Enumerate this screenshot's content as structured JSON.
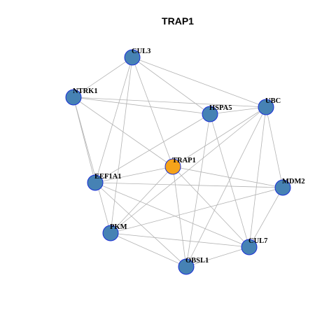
{
  "title": "TRAP1",
  "colors": {
    "hub": "#f5a31a",
    "node": "#4682b4",
    "node_border": "#1a2fd6",
    "edge": "#b3b3b3"
  },
  "nodes": [
    {
      "id": "TRAP1",
      "label": "TRAP1",
      "hub": true
    },
    {
      "id": "CUL3",
      "label": "CUL3"
    },
    {
      "id": "NTRK1",
      "label": "NTRK1"
    },
    {
      "id": "HSPA5",
      "label": "HSPA5"
    },
    {
      "id": "UBC",
      "label": "UBC"
    },
    {
      "id": "EEF1A1",
      "label": "EEF1A1"
    },
    {
      "id": "MDM2",
      "label": "MDM2"
    },
    {
      "id": "PKM",
      "label": "PKM"
    },
    {
      "id": "CUL7",
      "label": "CUL7"
    },
    {
      "id": "OBSL1",
      "label": "OBSL1"
    }
  ],
  "edges": [
    [
      "TRAP1",
      "CUL3"
    ],
    [
      "TRAP1",
      "NTRK1"
    ],
    [
      "TRAP1",
      "UBC"
    ],
    [
      "TRAP1",
      "EEF1A1"
    ],
    [
      "TRAP1",
      "MDM2"
    ],
    [
      "TRAP1",
      "PKM"
    ],
    [
      "TRAP1",
      "CUL7"
    ],
    [
      "TRAP1",
      "OBSL1"
    ],
    [
      "CUL3",
      "NTRK1"
    ],
    [
      "CUL3",
      "HSPA5"
    ],
    [
      "CUL3",
      "UBC"
    ],
    [
      "CUL3",
      "EEF1A1"
    ],
    [
      "CUL3",
      "PKM"
    ],
    [
      "NTRK1",
      "HSPA5"
    ],
    [
      "NTRK1",
      "UBC"
    ],
    [
      "NTRK1",
      "EEF1A1"
    ],
    [
      "NTRK1",
      "PKM"
    ],
    [
      "HSPA5",
      "UBC"
    ],
    [
      "HSPA5",
      "EEF1A1"
    ],
    [
      "HSPA5",
      "CUL7"
    ],
    [
      "HSPA5",
      "OBSL1"
    ],
    [
      "UBC",
      "MDM2"
    ],
    [
      "UBC",
      "CUL7"
    ],
    [
      "UBC",
      "OBSL1"
    ],
    [
      "UBC",
      "PKM"
    ],
    [
      "EEF1A1",
      "MDM2"
    ],
    [
      "EEF1A1",
      "CUL7"
    ],
    [
      "EEF1A1",
      "OBSL1"
    ],
    [
      "MDM2",
      "PKM"
    ],
    [
      "MDM2",
      "CUL7"
    ],
    [
      "PKM",
      "CUL7"
    ],
    [
      "PKM",
      "OBSL1"
    ],
    [
      "CUL7",
      "OBSL1"
    ]
  ]
}
